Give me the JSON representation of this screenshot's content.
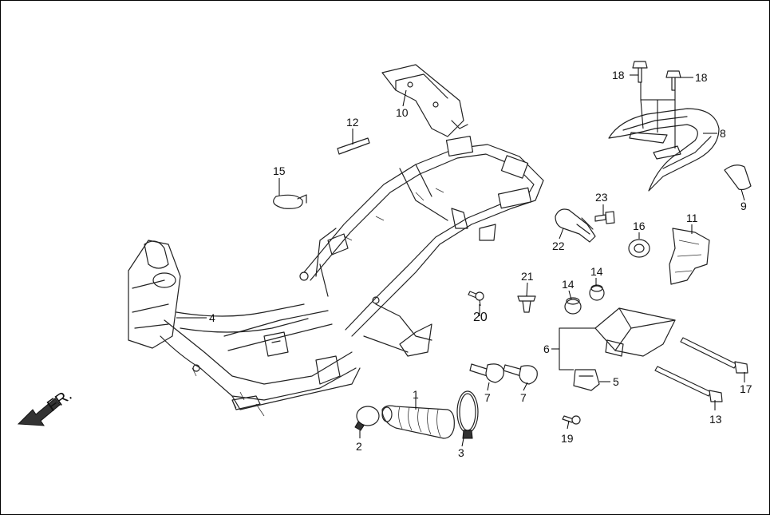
{
  "direction_label": "FR.",
  "labels": {
    "l1": "1",
    "l2": "2",
    "l3": "3",
    "l4": "4",
    "l5": "5",
    "l6": "6",
    "l7a": "7",
    "l7b": "7",
    "l8": "8",
    "l9": "9",
    "l10": "10",
    "l11": "11",
    "l12": "12",
    "l13": "13",
    "l14a": "14",
    "l14b": "14",
    "l15": "15",
    "l16": "16",
    "l17": "17",
    "l18a": "18",
    "l18b": "18",
    "l19": "19",
    "l20": "20",
    "l21": "21",
    "l22": "22",
    "l23": "23"
  }
}
